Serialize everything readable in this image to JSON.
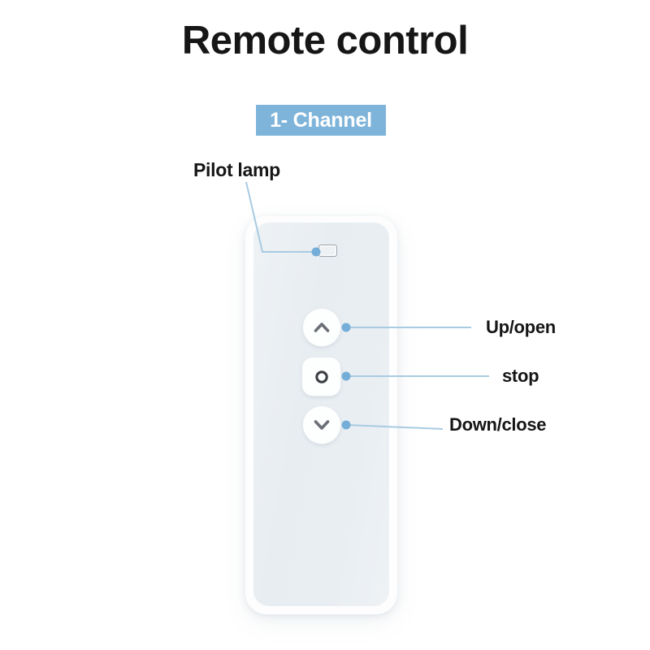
{
  "page": {
    "title": "Remote control",
    "background_color": "#ffffff",
    "text_color": "#161616"
  },
  "badge": {
    "label": "1- Channel",
    "background_color": "#7fb4da",
    "text_color": "#ffffff"
  },
  "device": {
    "name": "remote-control-body",
    "body_color": "#fdfdfe",
    "panel_color": "#e9eef2"
  },
  "callouts": {
    "pilot_lamp": {
      "label": "Pilot lamp",
      "target": "led-indicator"
    },
    "up_open": {
      "label": "Up/open",
      "target": "up-button"
    },
    "stop": {
      "label": "stop",
      "target": "stop-button"
    },
    "down_close": {
      "label": "Down/close",
      "target": "down-button"
    }
  },
  "buttons": [
    {
      "name": "up-button",
      "icon": "chevron-up-icon",
      "shape": "circle",
      "glyph_color": "#6b7076"
    },
    {
      "name": "stop-button",
      "icon": "circle-outline-icon",
      "shape": "rounded-square",
      "glyph_color": "#3c3f43"
    },
    {
      "name": "down-button",
      "icon": "chevron-down-icon",
      "shape": "circle",
      "glyph_color": "#6b7076"
    }
  ],
  "leader_lines": {
    "color": "#a8cbe2",
    "dot_color": "#74aed8"
  }
}
